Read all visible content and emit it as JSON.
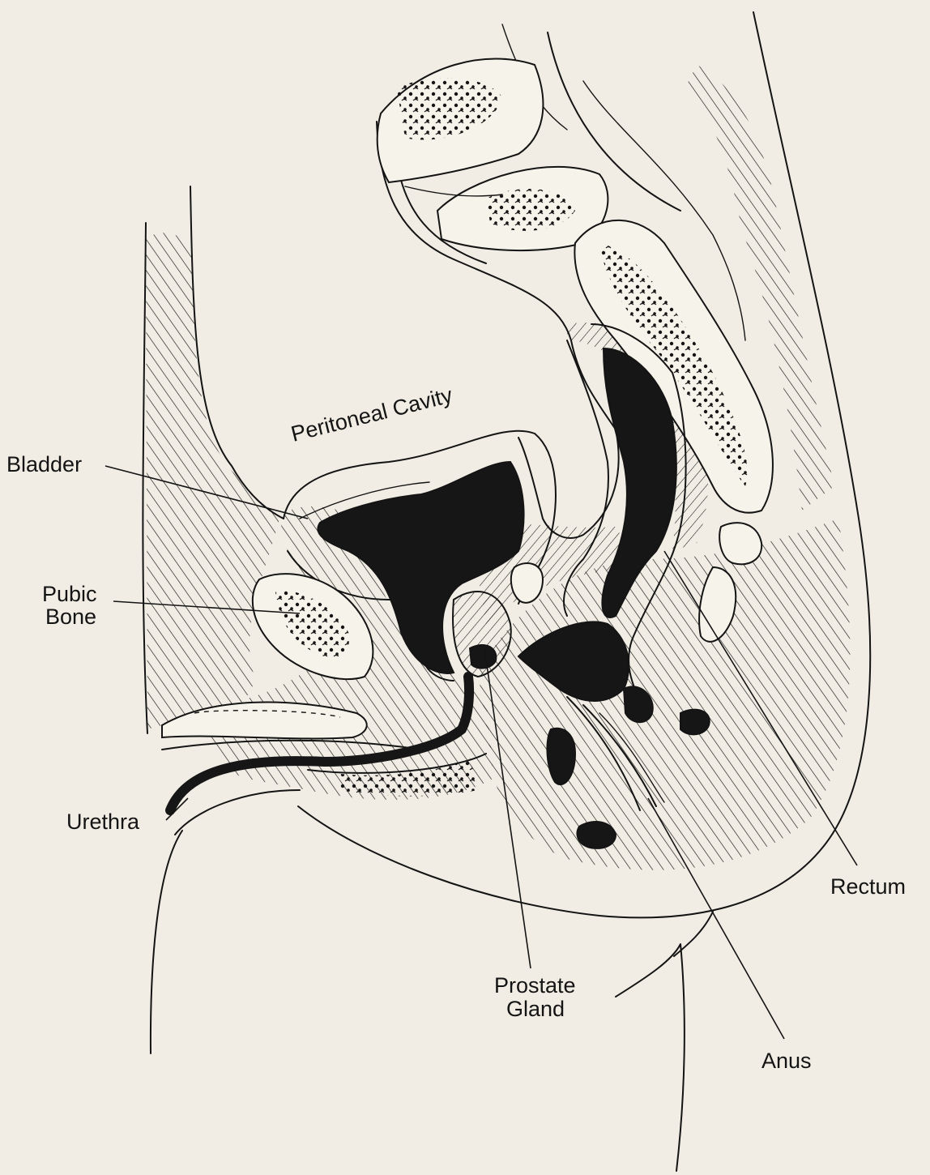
{
  "labels": {
    "peritoneal_cavity": "Peritoneal Cavity",
    "bladder": "Bladder",
    "pubic_bone_line1": "Pubic",
    "pubic_bone_line2": "Bone",
    "urethra": "Urethra",
    "prostate_line1": "Prostate",
    "prostate_line2": "Gland",
    "anus": "Anus",
    "rectum": "Rectum"
  },
  "colors": {
    "paper": "#f1ede4",
    "ink": "#141414"
  }
}
